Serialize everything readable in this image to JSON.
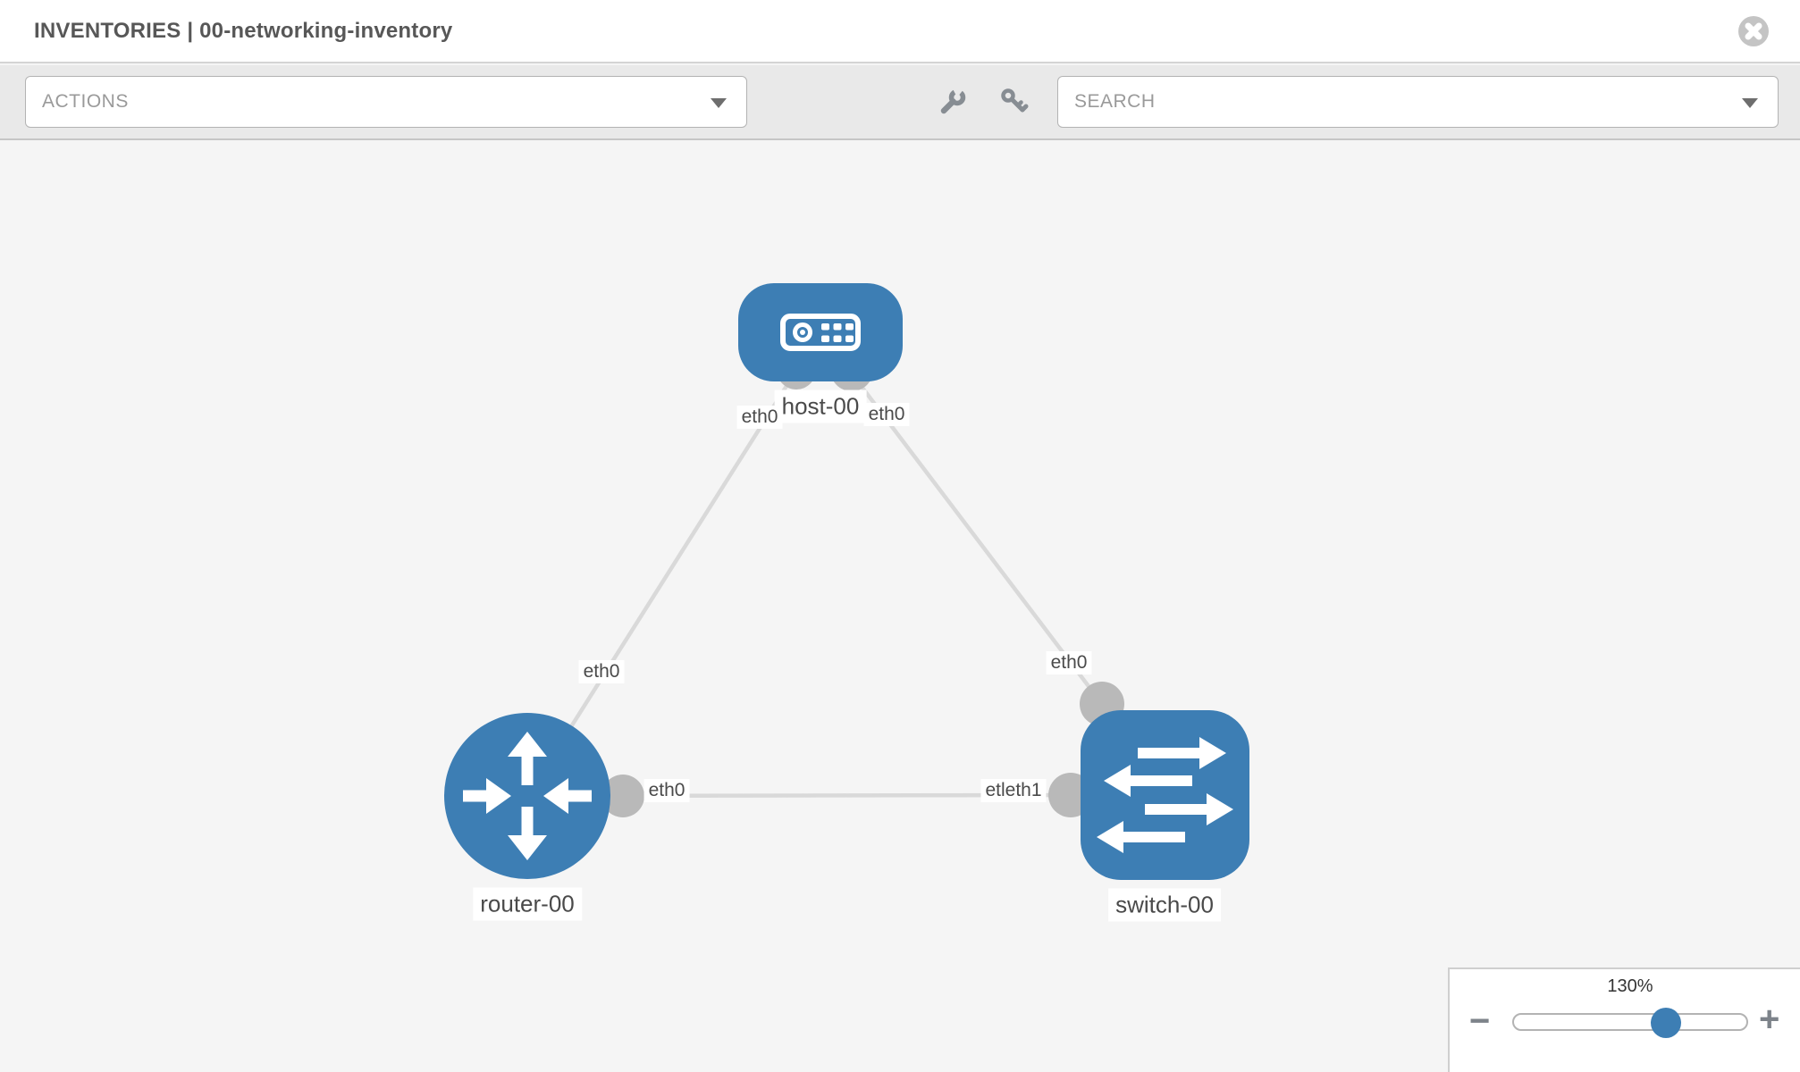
{
  "window": {
    "title": "INVENTORIES | 00-networking-inventory"
  },
  "toolbar": {
    "actions": {
      "label": "ACTIONS"
    },
    "search": {
      "placeholder": "SEARCH"
    },
    "icons": {
      "wrench": "wrench-icon",
      "key": "key-icon",
      "caret": "caret-down-icon",
      "close": "circle-x-icon"
    }
  },
  "topology": {
    "nodes": [
      {
        "name": "host-00",
        "type": "host"
      },
      {
        "name": "router-00",
        "type": "router"
      },
      {
        "name": "switch-00",
        "type": "switch"
      }
    ],
    "interfaces": {
      "host_left": "eth0",
      "host_right": "eth0",
      "host_router_mid": "eth0",
      "host_switch_mid": "eth0",
      "router_switch_router_end": "eth0",
      "router_switch_switch_end": "etleth1"
    },
    "links": [
      {
        "from": "host-00",
        "to": "router-00"
      },
      {
        "from": "host-00",
        "to": "switch-00"
      },
      {
        "from": "router-00",
        "to": "switch-00"
      }
    ]
  },
  "zoom_control": {
    "level": "130%",
    "decrease": "−",
    "increase": "+"
  },
  "colors": {
    "node_blue": "#3d7eb4",
    "link_gray": "#d9d9d9",
    "connector_gray": "#b9b9b9",
    "canvas_bg": "#f5f5f5",
    "toolbar_bg": "#e9e9e9"
  }
}
